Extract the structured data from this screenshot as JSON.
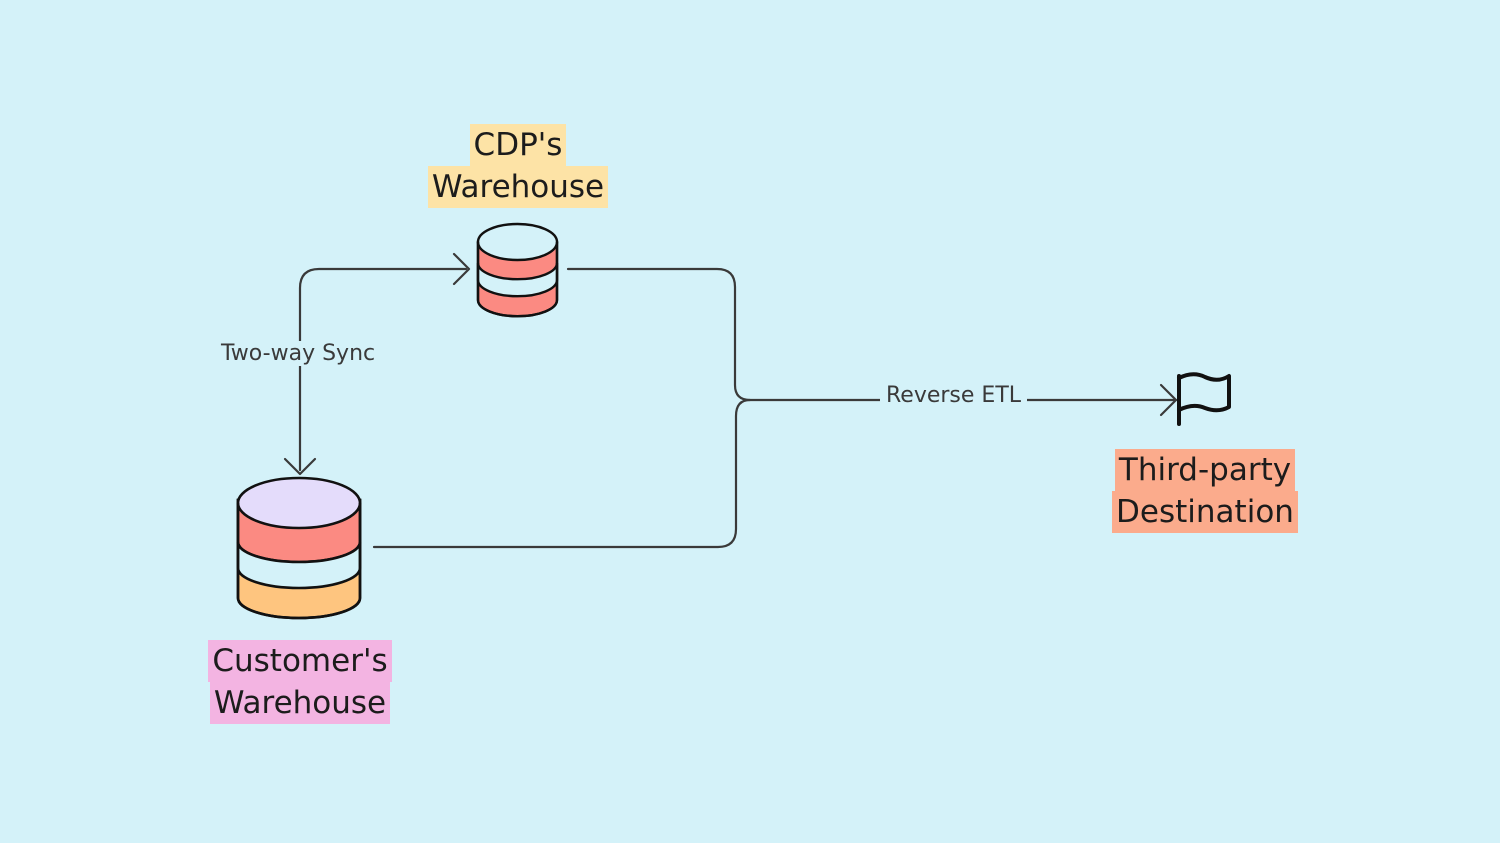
{
  "nodes": {
    "cdp_warehouse": {
      "line1": "CDP's",
      "line2": "Warehouse"
    },
    "customer_warehouse": {
      "line1": "Customer's",
      "line2": "Warehouse"
    },
    "destination": {
      "line1": "Third-party",
      "line2": "Destination"
    }
  },
  "edges": {
    "two_way_sync": "Two-way Sync",
    "reverse_etl": "Reverse ETL"
  },
  "colors": {
    "background": "#d4f2f9",
    "cdp_highlight": "#fde3a6",
    "customer_highlight": "#f3b4e2",
    "destination_highlight": "#fbab8c",
    "db_red": "#fb8a82",
    "db_light": "#d4f2f9",
    "db_lavender": "#e4dcfb",
    "db_orange": "#fec57f"
  },
  "icons": [
    "database-icon",
    "database-icon",
    "flag-icon",
    "arrowhead-icon"
  ]
}
